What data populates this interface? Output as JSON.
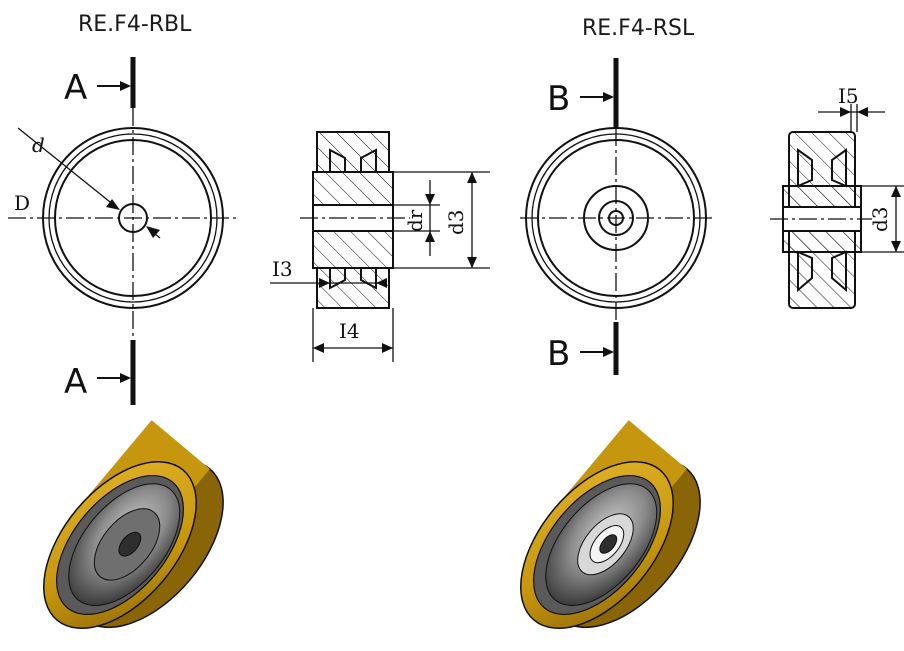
{
  "titles": {
    "left": "RE.F4-RBL",
    "right": "RE.F4-RSL"
  },
  "section_labels": {
    "a": "A",
    "b": "B"
  },
  "dimensions": {
    "d": "d",
    "D": "D",
    "dr": "dr",
    "d3": "d3",
    "I3": "I3",
    "I4": "I4",
    "I5": "I5"
  },
  "colors": {
    "tread": "#d4a018",
    "tread_dark": "#8a6508",
    "hub": "#8c8c8c",
    "hub_dark": "#3e3e3e",
    "line": "#111111"
  }
}
